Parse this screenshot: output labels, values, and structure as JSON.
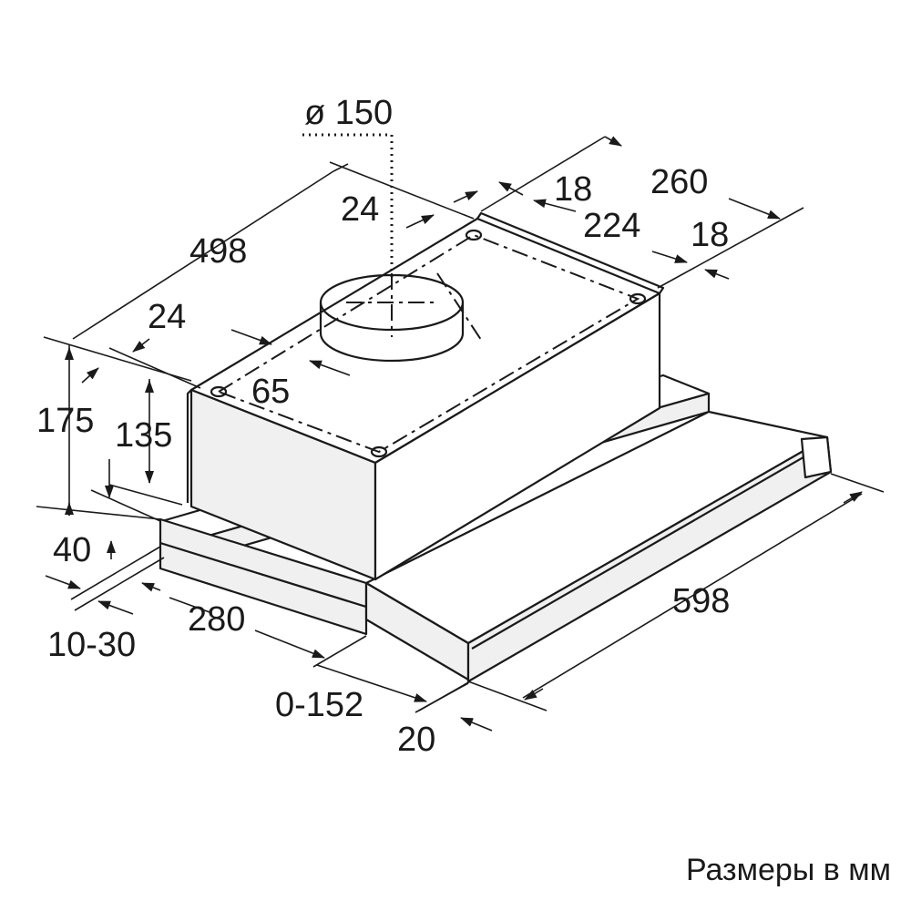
{
  "caption": "Размеры в мм",
  "dimensions": {
    "duct_diameter": "ø 150",
    "d24_top": "24",
    "d18_top": "18",
    "d260": "260",
    "d224": "224",
    "d18_right": "18",
    "d498": "498",
    "d24_left": "24",
    "d65": "65",
    "d175": "175",
    "d135": "135",
    "d40": "40",
    "d10_30": "10-30",
    "d280": "280",
    "d0_152": "0-152",
    "d20": "20",
    "d598": "598"
  }
}
